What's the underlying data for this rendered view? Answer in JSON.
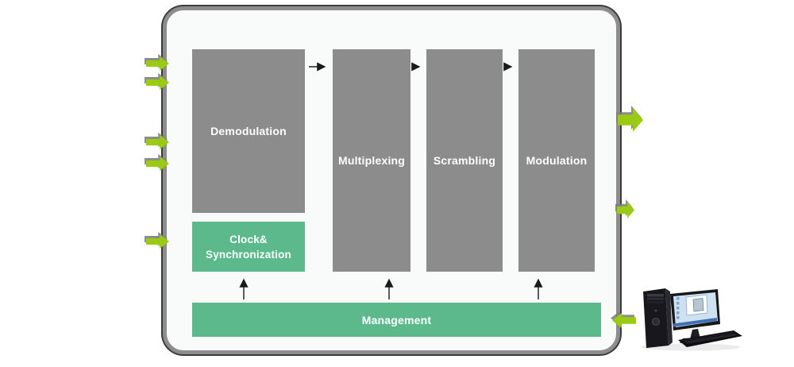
{
  "diagram": {
    "title": "baseband-processing-flow"
  },
  "blocks": {
    "demodulation": {
      "label": "Demodulation"
    },
    "clock_sync": {
      "line1": "Clock&",
      "line2": "Synchronization"
    },
    "multiplexing": {
      "label": "Multiplexing"
    },
    "scrambling": {
      "label": "Scrambling"
    },
    "modulation": {
      "label": "Modulation"
    },
    "management": {
      "label": "Management"
    }
  },
  "flow": {
    "connections": [
      "Demodulation -> Multiplexing",
      "Multiplexing -> Scrambling",
      "Scrambling -> Modulation",
      "Management -> Clock&Synchronization",
      "Management -> Multiplexing",
      "Management -> Modulation"
    ]
  },
  "icons": {
    "left_input_arrows": {
      "name": "input-arrow-icon",
      "count": 5,
      "direction": "right"
    },
    "right_output_arrows": {
      "name": "output-arrow-icon",
      "count": 2,
      "direction": "right"
    },
    "management_link_arrow": {
      "name": "management-link-arrow-icon",
      "direction": "left"
    },
    "computer": {
      "name": "management-computer-image"
    }
  },
  "colors": {
    "block_gray": "#8c8c8c",
    "block_green": "#5cb98c",
    "arrow_lime": "#9acb12",
    "panel_bg": "#f9fafa",
    "panel_border": "#8d8d8d",
    "connector": "#1a1a1a",
    "label_text": "#ffffff"
  }
}
